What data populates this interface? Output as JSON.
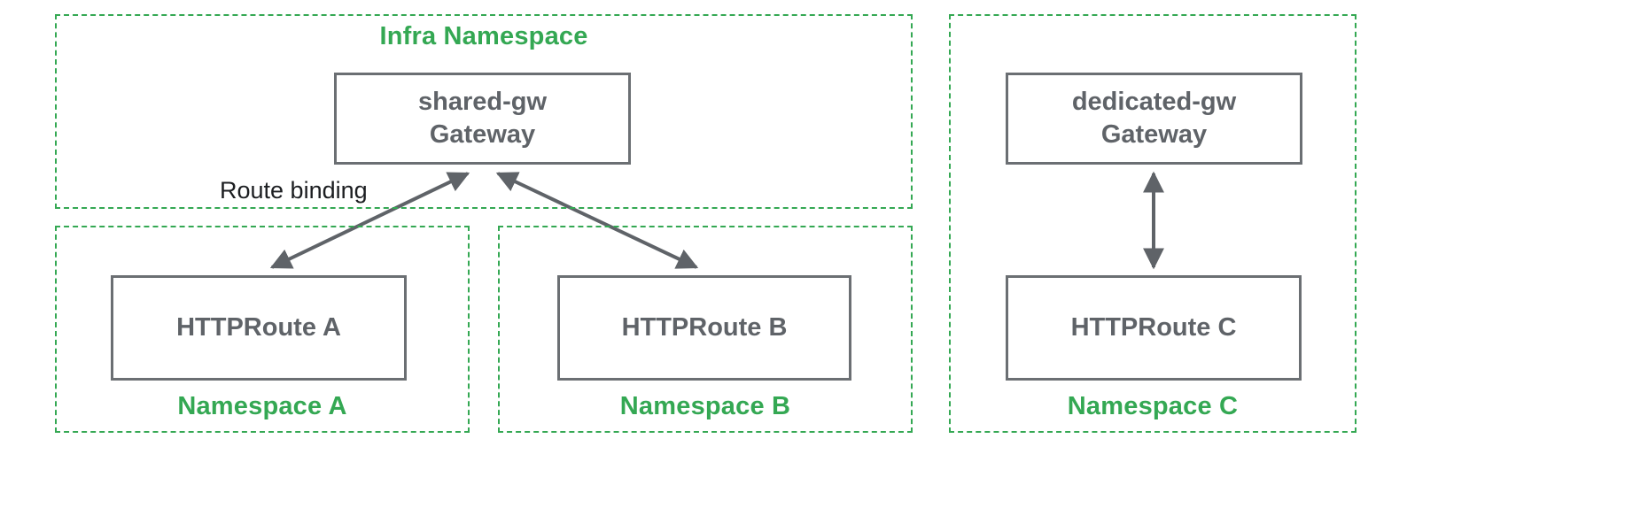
{
  "colors": {
    "green": "#34A853",
    "gray": "#5F6368"
  },
  "containers": {
    "infra": {
      "label": "Infra Namespace"
    },
    "namespace_a": {
      "label": "Namespace A"
    },
    "namespace_b": {
      "label": "Namespace B"
    },
    "namespace_c": {
      "label": "Namespace C"
    }
  },
  "nodes": {
    "shared_gw": {
      "name": "shared-gw",
      "type": "Gateway"
    },
    "http_route_a": {
      "label": "HTTPRoute A"
    },
    "http_route_b": {
      "label": "HTTPRoute B"
    },
    "dedicated_gw": {
      "name": "dedicated-gw",
      "type": "Gateway"
    },
    "http_route_c": {
      "label": "HTTPRoute C"
    }
  },
  "annotations": {
    "route_binding": "Route binding"
  },
  "edges": [
    {
      "from": "shared-gw Gateway",
      "to": "HTTPRoute A",
      "bidirectional": true,
      "label": "Route binding"
    },
    {
      "from": "shared-gw Gateway",
      "to": "HTTPRoute B",
      "bidirectional": true,
      "label": ""
    },
    {
      "from": "dedicated-gw Gateway",
      "to": "HTTPRoute C",
      "bidirectional": true,
      "label": ""
    }
  ]
}
